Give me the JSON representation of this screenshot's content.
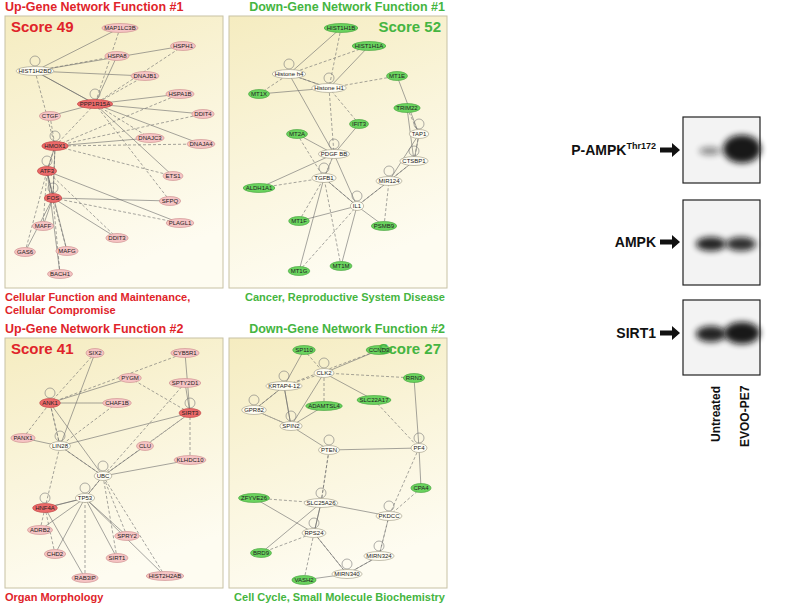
{
  "diagram": {
    "nodes": [
      {
        "text": [
          "Up-Gene Network Function #1",
          "Score 49",
          "Cellular Function and Maintenance, Cellular Compromise"
        ]
      },
      {
        "text": [
          "Down-Gene Network Function #1",
          "Score 52",
          "Cancer, Reproductive System Disease"
        ]
      },
      {
        "text": [
          "Up-Gene Network Function #2",
          "Score 41",
          "Organ Morphology"
        ]
      },
      {
        "text": [
          "Down-Gene Network Function #2",
          "Score 27",
          "Cell Cycle, Small Molecule Biochemistry"
        ]
      },
      {
        "text": [
          "P-AMPK",
          "Thr172"
        ]
      },
      {
        "text": [
          "AMPK"
        ]
      },
      {
        "text": [
          "SIRT1"
        ]
      }
    ],
    "labels": [
      "MAP1LC3B",
      "HSPA8",
      "HSPH1",
      "HIST1H2BD",
      "DNAJB1",
      "HSPA1B",
      "PPP1R15A",
      "DDIT4",
      "CTGF",
      "HMOX1",
      "DNAJC3",
      "DNAJA4",
      "ATF3",
      "ETS1",
      "FOS",
      "SFPQ",
      "PLAGL1",
      "MAFF",
      "MAFG",
      "DDIT3",
      "BACH1",
      "GAS6",
      "HIST1H1B",
      "HIST1H1A",
      "Histone h4",
      "Histone H1",
      "MT1X",
      "MT1E",
      "TRIM22",
      "IFIT3",
      "TAP1",
      "MT2A",
      "PDGF BB",
      "CTSBP1",
      "TGFB1",
      "MIR124",
      "ALDH1A1",
      "IL1",
      "MT1F",
      "PSMB9",
      "MT1G",
      "MT1M",
      "SIX2",
      "CYB5R1",
      "PYGM",
      "SPTY2D1",
      "ANK1",
      "CHAF1B",
      "SIRT3",
      "PANX1",
      "LIN28",
      "CLU",
      "KLHDC10",
      "UBC",
      "TP53",
      "HNF4A",
      "ADRB2",
      "SPRY2",
      "CHD2",
      "SIRT1",
      "RAB3IP",
      "HIST2H2AB",
      "SP110",
      "CCND3",
      "CLK2",
      "RRN3",
      "KRTAP4-12",
      "SLC22A17",
      "ADAMTSL4",
      "GPR82",
      "SPIN2",
      "PTEN",
      "PF4",
      "CPA4",
      "ZFYVE26",
      "SLC25A26",
      "PKDCC",
      "RPS24",
      "BRD9",
      "MIRN324",
      "MIRN340",
      "VASH2",
      "Untreated",
      "EVOO-PE7"
    ]
  }
}
